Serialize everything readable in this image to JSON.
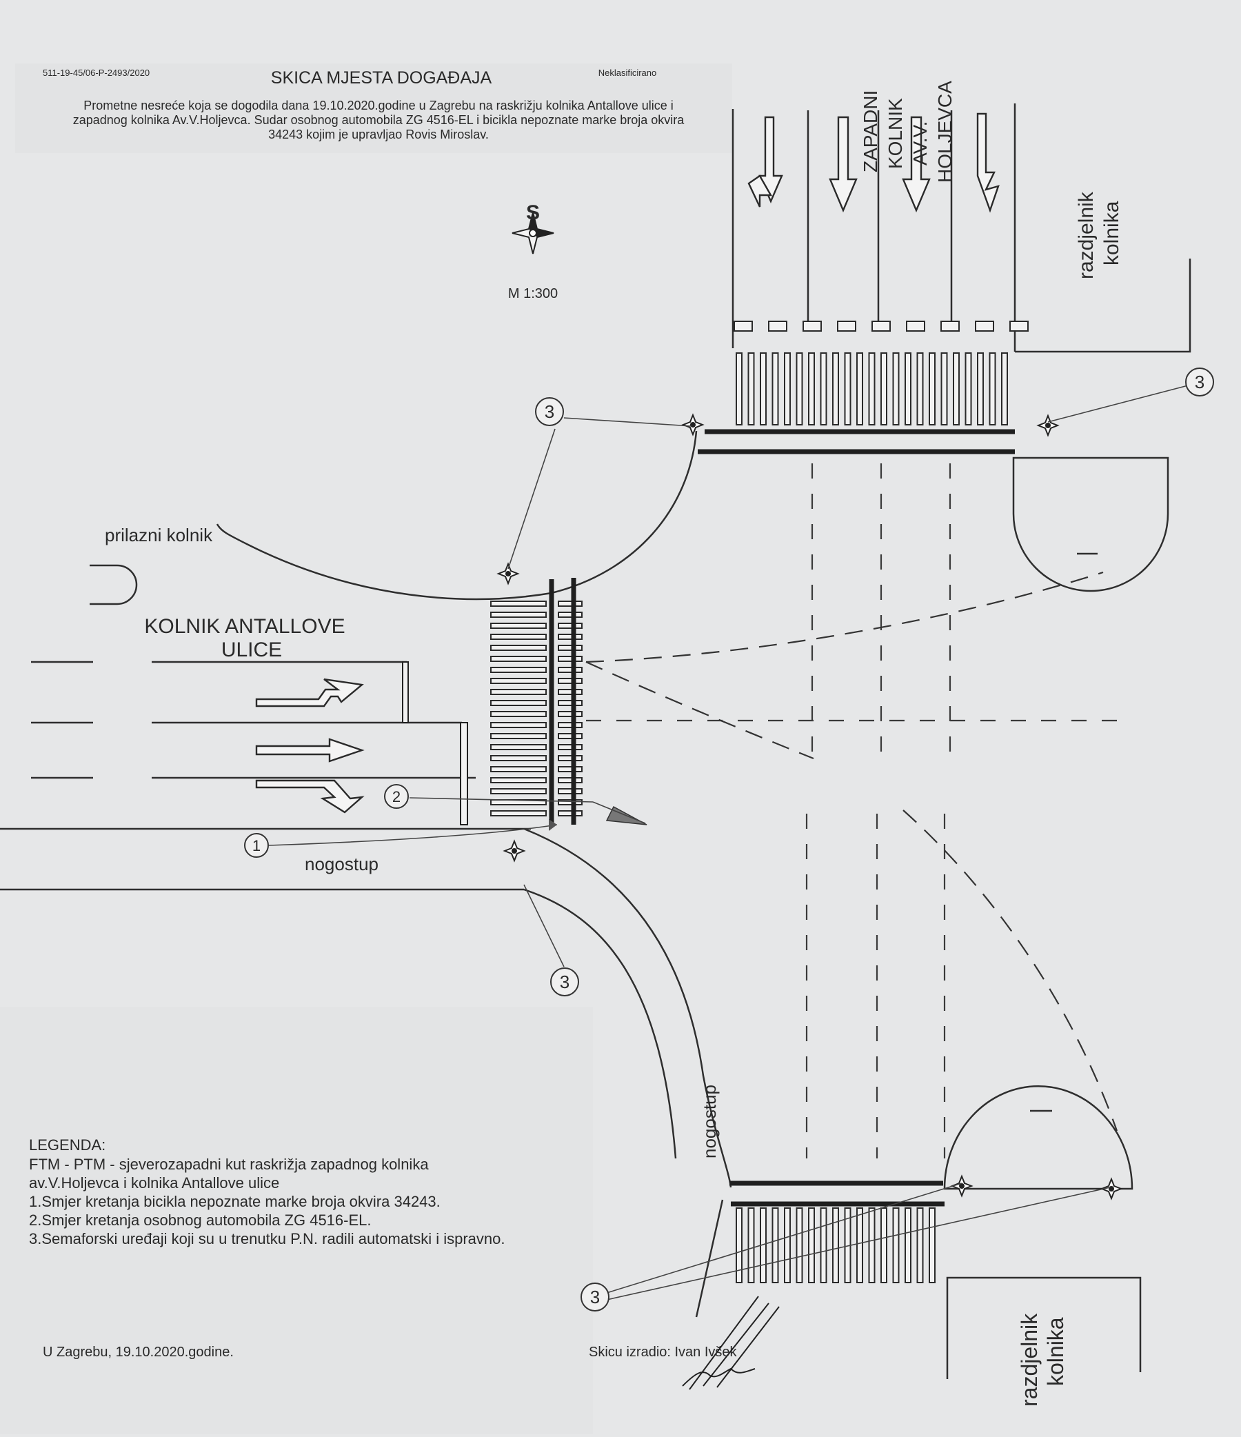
{
  "header": {
    "ref_number": "511-19-45/06-P-2493/2020",
    "title": "SKICA MJESTA DOGAĐAJA",
    "classification": "Neklasificirano",
    "description_lines": [
      "Prometne nesreće koja se dogodila dana 19.10.2020.godine u Zagrebu na raskrižju kolnika Antallove ulice i",
      "zapadnog kolnika Av.V.Holjevca. Sudar osobnog automobila ZG 4516-EL i bicikla nepoznate marke broja okvira",
      "34243 kojim je upravljao Rovis Miroslav."
    ]
  },
  "compass": {
    "letter": "S"
  },
  "scale": "M 1:300",
  "labels": {
    "zapadni": "ZAPADNI",
    "kolnik": "KOLNIK",
    "av_v": "AV.V.",
    "holjevca": "HOLJEVCA",
    "razdjelnik_top_1": "razdjelnik",
    "razdjelnik_top_2": "kolnika",
    "razdjelnik_bottom_1": "razdjelnik",
    "razdjelnik_bottom_2": "kolnika",
    "prilazni_kolnik": "prilazni kolnik",
    "antallove_1": "KOLNIK ANTALLOVE",
    "antallove_2": "ULICE",
    "nogostup_horizontal": "nogostup",
    "nogostup_vertical": "nogostup"
  },
  "markers": {
    "one": "1",
    "two": "2",
    "three": "3"
  },
  "legend": {
    "title": "LEGENDA:",
    "lines": [
      "FTM - PTM - sjeverozapadni kut raskrižja zapadnog kolnika",
      "av.V.Holjevca i kolnika Antallove ulice",
      "1.Smjer kretanja bicikla nepoznate marke broja okvira 34243.",
      "2.Smjer kretanja osobnog automobila ZG 4516-EL.",
      "3.Semaforski uređaji koji su u trenutku P.N. radili automatski i ispravno."
    ]
  },
  "footer": {
    "place_date": "U Zagrebu, 19.10.2020.godine.",
    "author": "Skicu izradio: Ivan Ivšek"
  }
}
